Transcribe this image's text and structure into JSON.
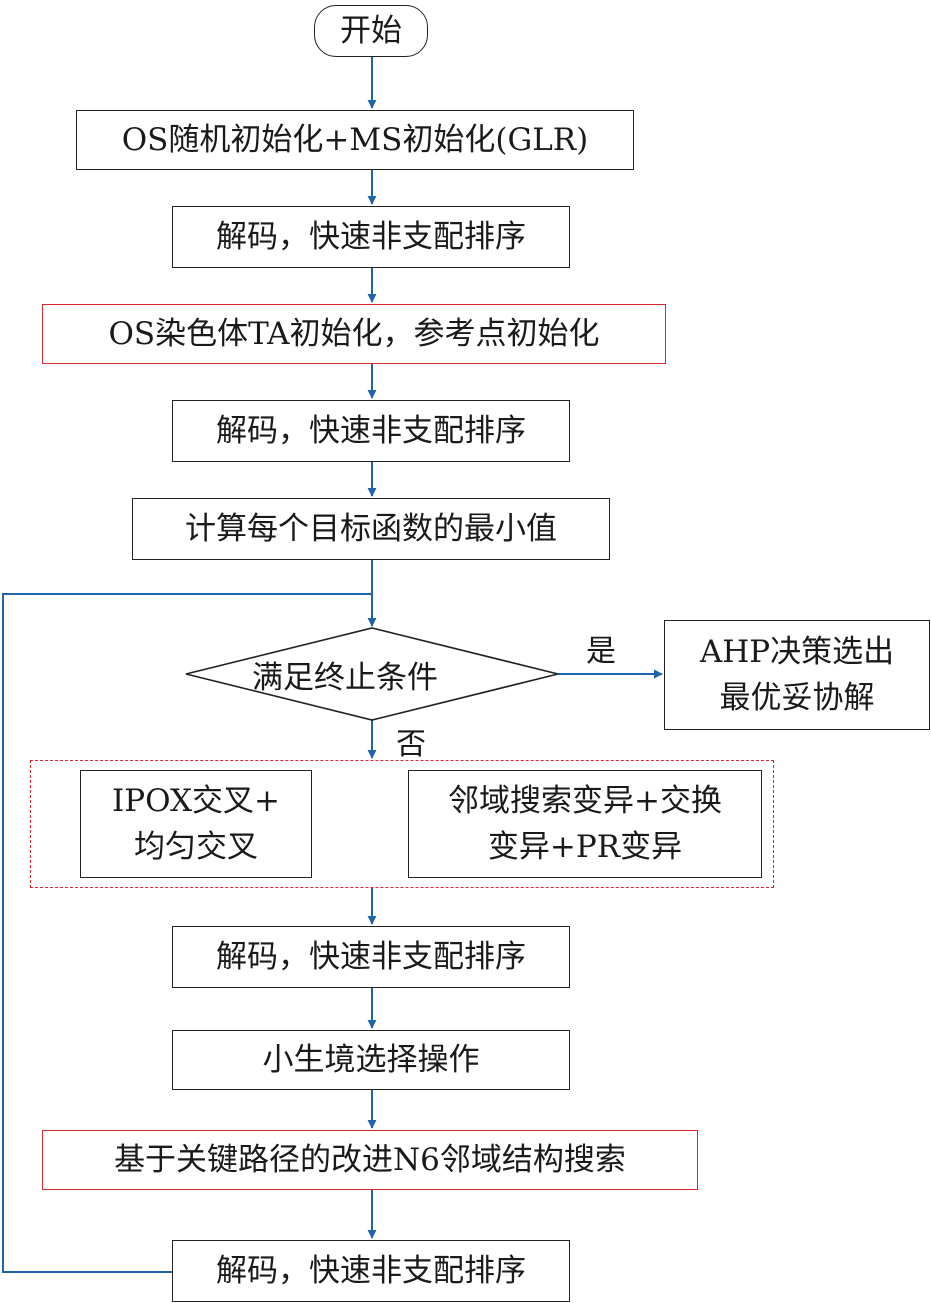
{
  "flowchart": {
    "start": "开始",
    "init": "OS随机初始化+MS初始化(GLR)",
    "decode1": "解码，快速非支配排序",
    "ta_init": "OS染色体TA初始化，参考点初始化",
    "decode2": "解码，快速非支配排序",
    "min_obj": "计算每个目标函数的最小值",
    "condition": "满足终止条件",
    "yes_label": "是",
    "no_label": "否",
    "ahp_line1": "AHP决策选出",
    "ahp_line2": "最优妥协解",
    "crossover_line1": "IPOX交叉+",
    "crossover_line2": "均匀交叉",
    "mutation_line1": "邻域搜索变异+交换",
    "mutation_line2": "变异+PR变异",
    "decode3": "解码，快速非支配排序",
    "niche": "小生境选择操作",
    "n6_search": "基于关键路径的改进N6邻域结构搜索",
    "decode4": "解码，快速非支配排序"
  },
  "colors": {
    "arrow": "#1f63a8",
    "highlight_border": "#d8262d",
    "box_border": "#222222"
  }
}
